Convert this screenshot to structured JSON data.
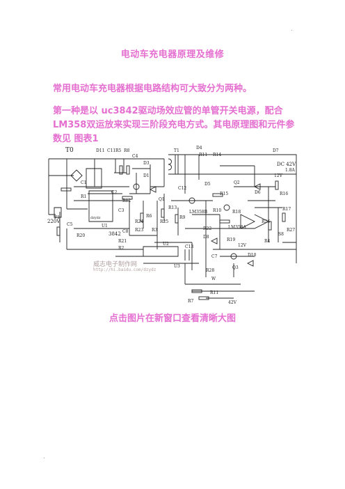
{
  "header": {
    "corner_mark": "."
  },
  "title": "电动车充电器原理及维修",
  "paragraphs": [
    "常用电动车充电器根据电路结构可大致分为两种。",
    "第一种是以 uc3842驱动场效应管的单管开关电源，配合 LM358双运放来实现三阶段充电方式。其电原理图和元件参数见 图表1"
  ],
  "figure": {
    "labels": {
      "t0": "T0",
      "f1": "F1",
      "v220": "220V",
      "d11": "D11",
      "c11": "C11",
      "r5": "R5",
      "r8": "R8",
      "c4": "C4",
      "d3": "D3",
      "d1": "D1",
      "t1": "T1",
      "d4": "D4",
      "r11": "R11",
      "r14": "R14",
      "d7": "D7",
      "dc42": "DC 42V",
      "a18": "1.8A",
      "v12": "12V",
      "c1": "C1",
      "r1": "R1",
      "c2": "C2",
      "c5": "C5",
      "r12": "R12",
      "q1": "Q1",
      "r13": "R13",
      "c12": "C12",
      "c3": "C3",
      "r20": "R20",
      "u1": "U1",
      "ic3842": "3842",
      "c8": "C8",
      "r24": "R24",
      "r23": "R23",
      "r6": "R6",
      "r25": "R25",
      "r3": "R3",
      "r9": "R9",
      "d5": "D5",
      "r15": "R15",
      "q2": "Q2",
      "d6": "D6",
      "r16": "R16",
      "r17": "R17",
      "r10": "R10",
      "r18": "R18",
      "lm358b": "LM358B",
      "lm358a": "LM358A",
      "r26": "R26",
      "r27": "R27",
      "r22": "R22",
      "d8": "D8",
      "r19": "R19",
      "v12b": "12V",
      "r4": "R4",
      "s8": "S8",
      "u2": "U2",
      "c13": "C13",
      "r21": "R21",
      "r2": "R2",
      "c7": "C7",
      "q3": "Q3",
      "d10": "D10",
      "u3": "U3",
      "r28": "R28",
      "w": "W",
      "r7": "R7",
      "r11b": "R11",
      "v42": "42V",
      "dzydz": "dzydz"
    },
    "watermark_name": "威志电子制作网",
    "watermark_url": "http://hi.baidu.com/dzydz"
  },
  "caption": "点击图片在新窗口查看清晰大图",
  "footer": {
    "corner_mark": "."
  }
}
